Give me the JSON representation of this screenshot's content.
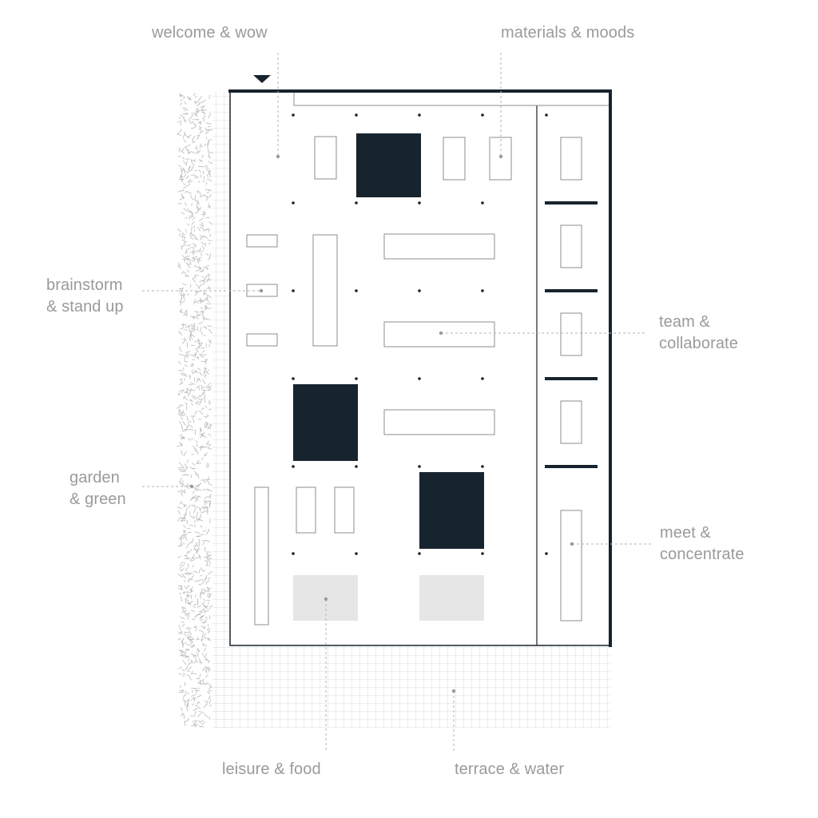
{
  "labels": {
    "welcome": "welcome & wow",
    "materials": "materials & moods",
    "brainstorm_1": "brainstorm",
    "brainstorm_2": "& stand up",
    "team_1": "team &",
    "team_2": "collaborate",
    "garden_1": "garden",
    "garden_2": "& green",
    "meet_1": "meet &",
    "meet_2": "concentrate",
    "leisure": "leisure & food",
    "terrace": "terrace & water"
  },
  "colors": {
    "dark": "#17232d",
    "outline": "#8c8c8c",
    "leader": "#b3b3b3",
    "label": "#9a9a9a",
    "light_zone": "#e6e6e6",
    "grid": "#d9d9d9"
  },
  "icons": {
    "entrance": "entrance-triangle-icon"
  }
}
